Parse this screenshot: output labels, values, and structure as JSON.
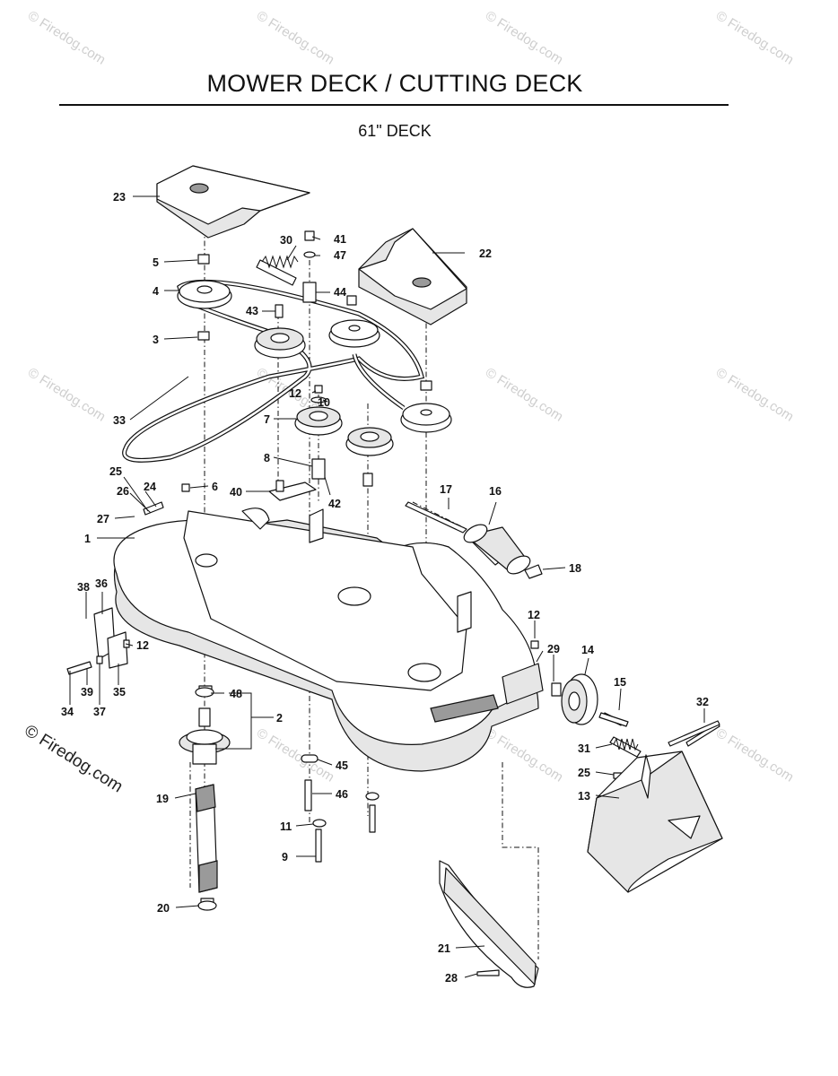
{
  "header": {
    "title": "MOWER DECK / CUTTING DECK",
    "subtitle": "61\" DECK"
  },
  "watermark": {
    "text": "© Firedog.com",
    "copyright": "© Firedog.com"
  },
  "parts": {
    "p1": "1",
    "p2": "2",
    "p3": "3",
    "p4": "4",
    "p5": "5",
    "p6": "6",
    "p7": "7",
    "p8": "8",
    "p9": "9",
    "p10": "10",
    "p11": "11",
    "p12a": "12",
    "p12b": "12",
    "p12c": "12",
    "p13": "13",
    "p14": "14",
    "p15": "15",
    "p16": "16",
    "p17": "17",
    "p18": "18",
    "p19": "19",
    "p20": "20",
    "p21": "21",
    "p22": "22",
    "p23": "23",
    "p24": "24",
    "p25a": "25",
    "p25b": "25",
    "p26": "26",
    "p27": "27",
    "p28": "28",
    "p29": "29",
    "p30": "30",
    "p31": "31",
    "p32": "32",
    "p33": "33",
    "p34": "34",
    "p35": "35",
    "p36": "36",
    "p37": "37",
    "p38": "38",
    "p39": "39",
    "p40": "40",
    "p41": "41",
    "p42": "42",
    "p43": "43",
    "p44": "44",
    "p45": "45",
    "p46": "46",
    "p47": "47",
    "p48": "48"
  }
}
